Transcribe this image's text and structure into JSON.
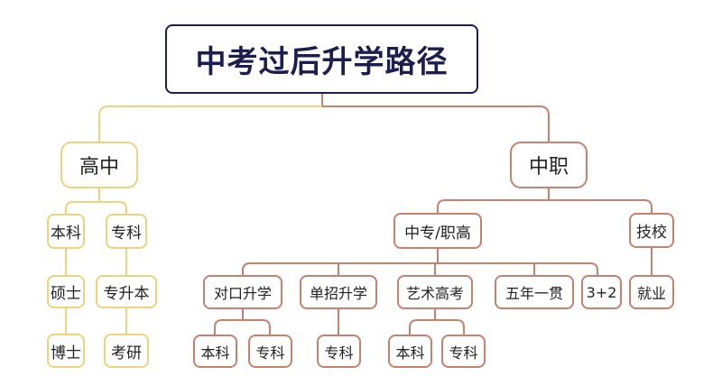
{
  "title": "中考过后升学路径",
  "colors": {
    "title_border": "#1b1e4e",
    "high_school_branch": "#ecd37c",
    "vocational_branch": "#c8816e"
  },
  "high_school": {
    "label": "高中",
    "undergrad": {
      "label": "本科",
      "next": "硕士",
      "final": "博士"
    },
    "junior_college": {
      "label": "专科",
      "next": "专升本",
      "final": "考研"
    }
  },
  "vocational": {
    "label": "中职",
    "secondary_vocational": {
      "label": "中专/职高",
      "paths": [
        {
          "label": "对口升学",
          "outcomes": [
            "本科",
            "专科"
          ]
        },
        {
          "label": "单招升学",
          "outcomes": [
            "专科"
          ]
        },
        {
          "label": "艺术高考",
          "outcomes": [
            "本科",
            "专科"
          ]
        },
        {
          "label": "五年一贯",
          "outcomes": []
        },
        {
          "label": "3+2",
          "outcomes": []
        }
      ]
    },
    "technical_school": {
      "label": "技校",
      "outcome": "就业"
    }
  }
}
